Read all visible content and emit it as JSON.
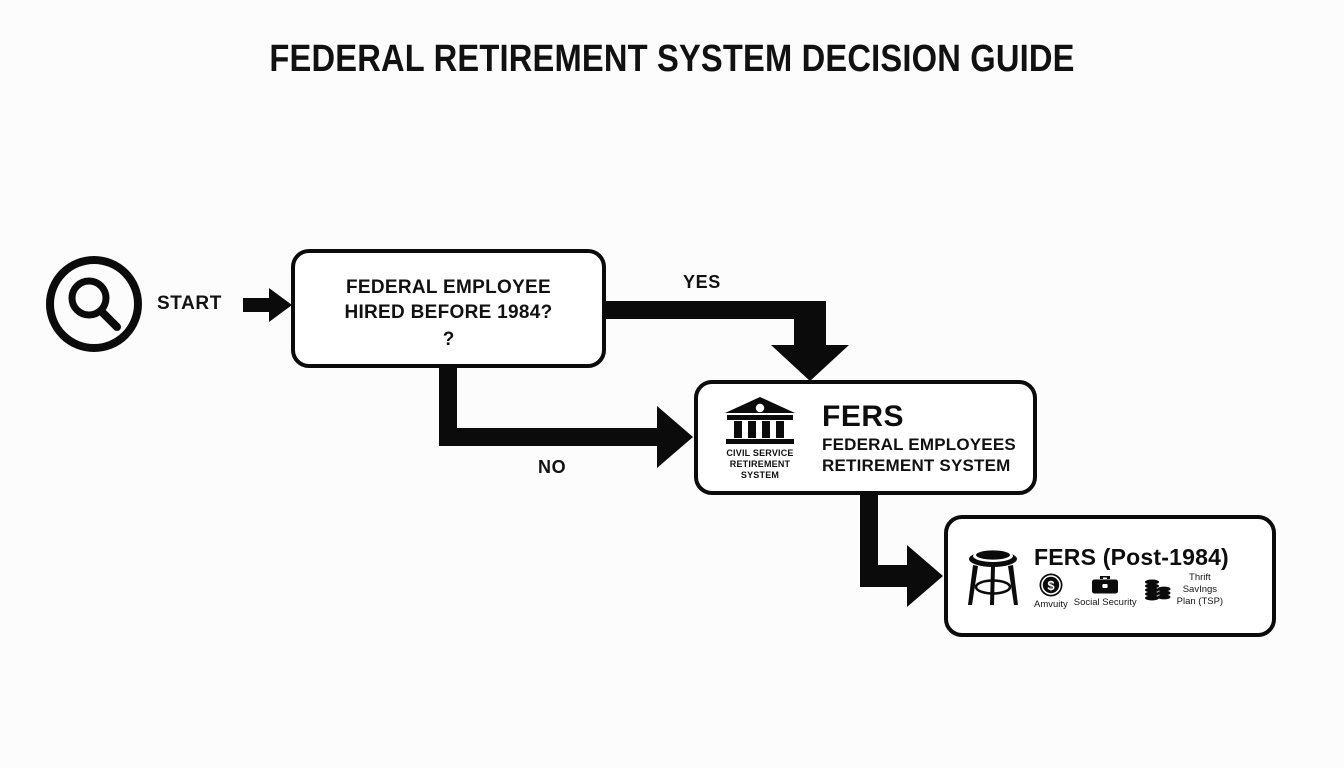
{
  "page": {
    "title": "FEDERAL RETIREMENT SYSTEM DECISION GUIDE",
    "background_color": "#fcfcfc",
    "ink_color": "#0b0b0b"
  },
  "start": {
    "icon": "magnifier-icon",
    "label": "START",
    "arrow": "arrow-right"
  },
  "decision": {
    "line1": "FEDERAL EMPLOYEE",
    "line2": "HIRED BEFORE 1984?",
    "question_mark": "?"
  },
  "edges": {
    "yes_label": "YES",
    "no_label": "NO"
  },
  "fers_node": {
    "emblem": {
      "icon": "classical-building-icon",
      "caption_line1": "CIVIL SERVICE",
      "caption_line2": "RETIREMENT SYSTEM"
    },
    "acronym": "FERS",
    "expansion_line1": "FEDERAL EMPLOYEES",
    "expansion_line2": "RETIREMENT SYSTEM"
  },
  "post1984_node": {
    "icon": "three-legged-stool-icon",
    "title": "FERS (Post-1984)",
    "pillars": [
      {
        "icon": "dollar-coin-icon",
        "label": "Amvuity"
      },
      {
        "icon": "briefcase-icon",
        "label": "Social Security"
      },
      {
        "icon": "coin-stacks-icon",
        "label": "Thrift\nSavIngs\nPlan (TSP)"
      }
    ]
  }
}
